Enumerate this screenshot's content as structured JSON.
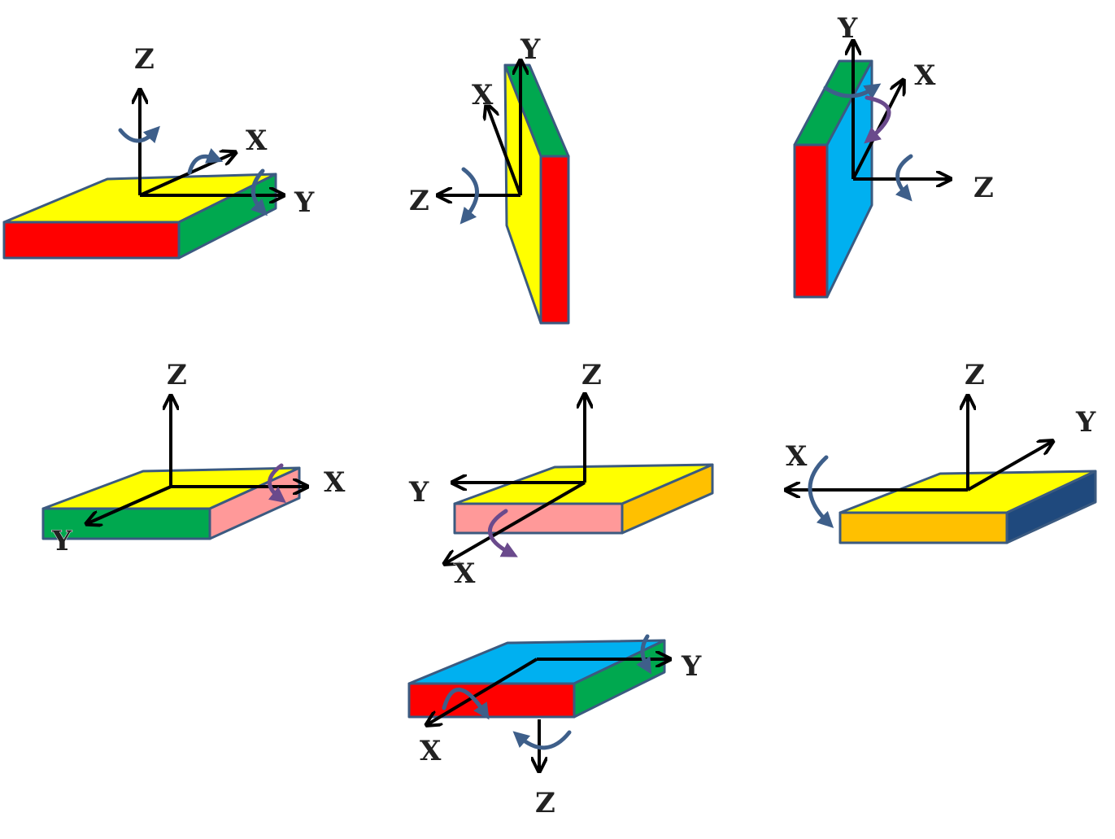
{
  "colors": {
    "yellow": "#ffff00",
    "red": "#ff0000",
    "green": "#00a84f",
    "blue": "#00b0f0",
    "pink": "#ff9999",
    "orange": "#ffc000",
    "navy": "#1f497d",
    "edge": "#3b5a80",
    "rotation_arrow": "#3e5f8a",
    "rotation_arrow_purple": "#6a4a8c"
  },
  "panels": [
    {
      "name": "panel-1",
      "labels": {
        "up": "Z",
        "diag": "X",
        "right": "Y"
      }
    },
    {
      "name": "panel-2",
      "labels": {
        "up": "Y",
        "diag": "X",
        "left": "Z"
      }
    },
    {
      "name": "panel-3",
      "labels": {
        "up": "Y",
        "diag": "X",
        "right": "Z"
      }
    },
    {
      "name": "panel-4",
      "labels": {
        "up": "Z",
        "right": "X",
        "diag": "Y"
      }
    },
    {
      "name": "panel-5",
      "labels": {
        "up": "Z",
        "left": "Y",
        "diag": "X"
      }
    },
    {
      "name": "panel-6",
      "labels": {
        "up": "Z",
        "diag": "Y",
        "left": "X"
      }
    },
    {
      "name": "panel-7",
      "labels": {
        "right": "Y",
        "diag": "X",
        "down": "Z"
      }
    }
  ]
}
